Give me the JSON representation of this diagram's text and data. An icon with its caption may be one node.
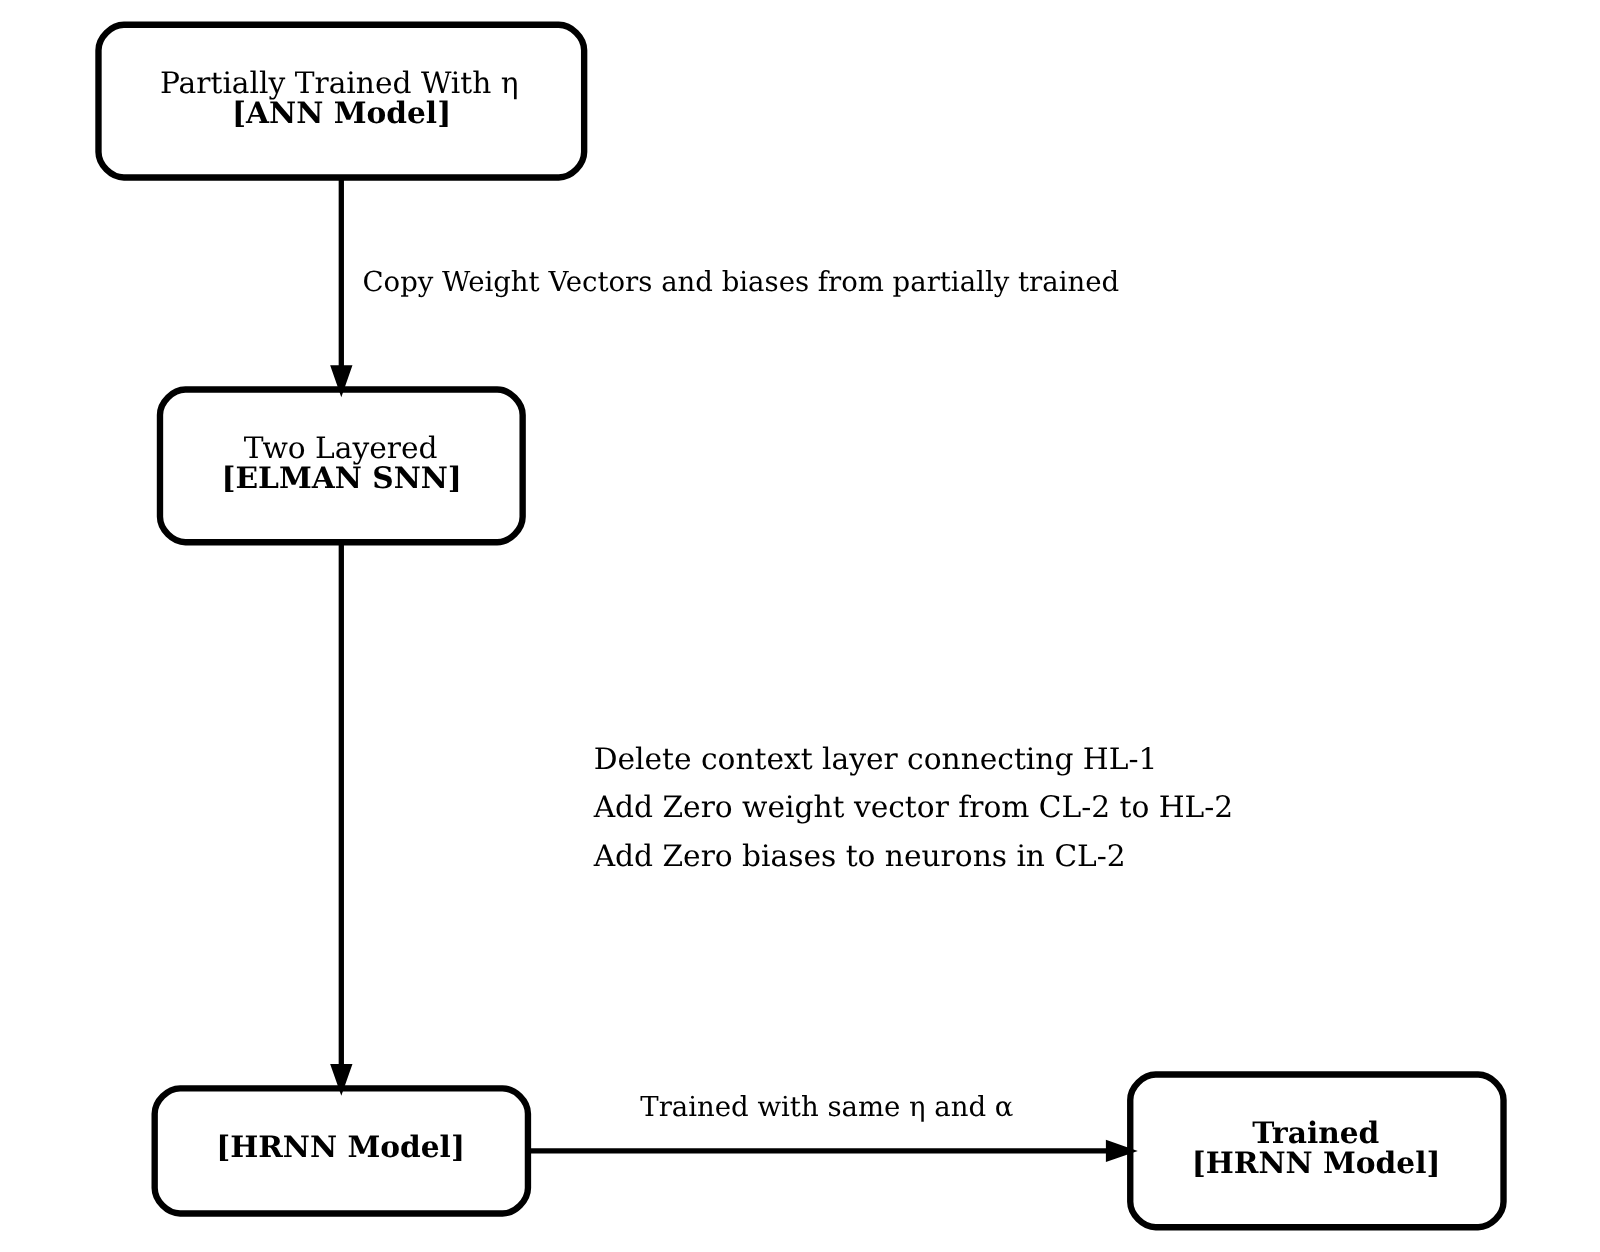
{
  "diagram": {
    "nodes": [
      {
        "text": [
          "Partially Trained With η",
          "[ANN Model]"
        ]
      },
      {
        "text": [
          "Two Layered",
          "[ELMAN SNN]"
        ]
      },
      {
        "text": [
          "[HRNN Model]"
        ]
      },
      {
        "text": [
          "Trained",
          "[HRNN Model]"
        ]
      }
    ],
    "edges": [
      {
        "from": 0,
        "to": 1,
        "arrow": "to",
        "label": "Copy Weight Vectors and biases from partially trained"
      },
      {
        "from": 1,
        "to": 2,
        "arrow": "to"
      },
      {
        "from": 2,
        "to": 3,
        "arrow": "to",
        "label": "Trained with same η and α"
      }
    ],
    "labels": [
      "Delete context layer connecting HL-1",
      "Add Zero weight vector from CL-2 to HL-2",
      "Add Zero biases to neurons in CL-2"
    ]
  }
}
